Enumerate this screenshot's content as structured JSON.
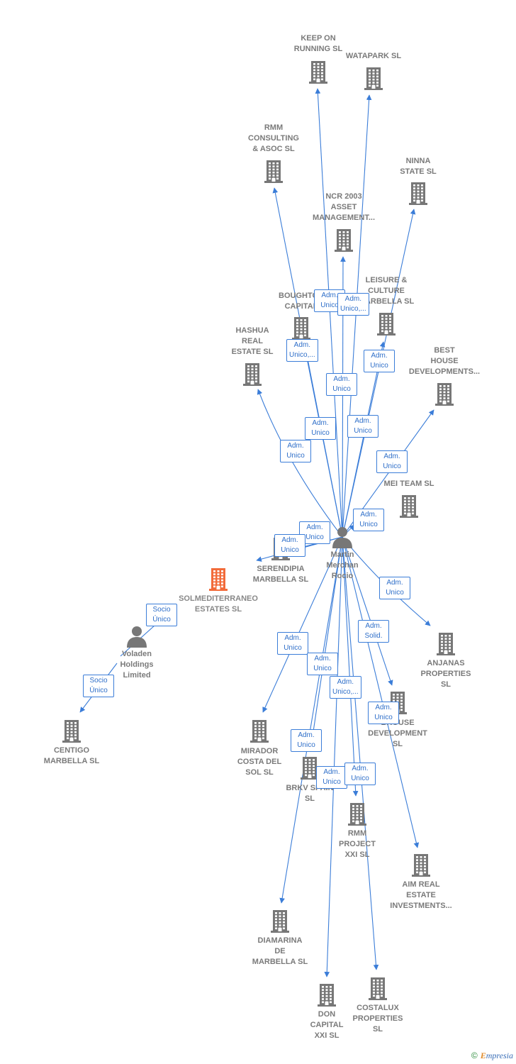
{
  "center": {
    "id": "martin",
    "label": "Martin\nMerchan\nRocio"
  },
  "nodes": [
    {
      "id": "keep",
      "label": "KEEP ON\nRUNNING  SL",
      "type": "company"
    },
    {
      "id": "watapark",
      "label": "WATAPARK  SL",
      "type": "company"
    },
    {
      "id": "rmmc",
      "label": "RMM\nCONSULTING\n& ASOC  SL",
      "type": "company"
    },
    {
      "id": "ninna",
      "label": "NINNA\nSTATE  SL",
      "type": "company"
    },
    {
      "id": "ncr",
      "label": "NCR 2003\nASSET\nMANAGEMENT...",
      "type": "company"
    },
    {
      "id": "leisure",
      "label": "LEISURE &\nCULTURE\nMARBELLA  SL",
      "type": "company"
    },
    {
      "id": "boughton",
      "label": "BOUGHTON\nCAPITAL",
      "type": "company"
    },
    {
      "id": "hashua",
      "label": "HASHUA\nREAL\nESTATE  SL",
      "type": "company"
    },
    {
      "id": "besthouse",
      "label": "BEST\nHOUSE\nDEVELOPMENTS...",
      "type": "company"
    },
    {
      "id": "meiteam",
      "label": "MEI TEAM  SL",
      "type": "company"
    },
    {
      "id": "serendipia",
      "label": "SERENDIPIA\nMARBELLA  SL",
      "type": "company"
    },
    {
      "id": "solmed",
      "label": "SOLMEDITERRANEO\nESTATES  SL",
      "type": "focus"
    },
    {
      "id": "voladen",
      "label": "Voladen\nHoldings\nLimited",
      "type": "person"
    },
    {
      "id": "centigo",
      "label": "CENTIGO\nMARBELLA  SL",
      "type": "company"
    },
    {
      "id": "anjanas",
      "label": "ANJANAS\nPROPERTIES\nSL",
      "type": "company"
    },
    {
      "id": "bhousedev",
      "label": "BHOUSE\nDEVELOPMENT\nSL",
      "type": "company"
    },
    {
      "id": "mirador",
      "label": "MIRADOR\nCOSTA DEL\nSOL  SL",
      "type": "company"
    },
    {
      "id": "brkv",
      "label": "BRKV SPAIN\nSL",
      "type": "company"
    },
    {
      "id": "rmmproj",
      "label": "RMM\nPROJECT\nXXI  SL",
      "type": "company"
    },
    {
      "id": "aim",
      "label": "AIM REAL\nESTATE\nINVESTMENTS...",
      "type": "company"
    },
    {
      "id": "diamarina",
      "label": "DIAMARINA\nDE\nMARBELLA  SL",
      "type": "company"
    },
    {
      "id": "doncap",
      "label": "DON\nCAPITAL\nXXI  SL",
      "type": "company"
    },
    {
      "id": "costalux",
      "label": "COSTALUX\nPROPERTIES\nSL",
      "type": "company"
    }
  ],
  "edges": [
    {
      "from": "martin",
      "to": "keep",
      "label": "Adm.\nUnico"
    },
    {
      "from": "martin",
      "to": "watapark",
      "label": "Adm.\nUnico,..."
    },
    {
      "from": "martin",
      "to": "rmmc",
      "label": "Adm.\nUnico,..."
    },
    {
      "from": "martin",
      "to": "ninna",
      "label": "Adm.\nUnico"
    },
    {
      "from": "martin",
      "to": "ncr",
      "label": "Adm.\nUnico"
    },
    {
      "from": "martin",
      "to": "leisure",
      "label": "Adm.\nUnico"
    },
    {
      "from": "martin",
      "to": "boughton",
      "label": "Adm.\nUnico"
    },
    {
      "from": "martin",
      "to": "hashua",
      "label": "Adm.\nUnico"
    },
    {
      "from": "martin",
      "to": "besthouse",
      "label": "Adm.\nUnico"
    },
    {
      "from": "martin",
      "to": "meiteam",
      "label": "Adm.\nUnico"
    },
    {
      "from": "martin",
      "to": "serendipia",
      "label": "Adm.\nUnico"
    },
    {
      "from": "martin",
      "to": "serendipia",
      "label": "Adm.\nUnico"
    },
    {
      "from": "voladen",
      "to": "solmed",
      "label": "Socio\nÚnico"
    },
    {
      "from": "voladen",
      "to": "centigo",
      "label": "Socio\nÚnico"
    },
    {
      "from": "martin",
      "to": "anjanas",
      "label": "Adm.\nUnico"
    },
    {
      "from": "martin",
      "to": "bhousedev",
      "label": "Adm.\nSolid."
    },
    {
      "from": "martin",
      "to": "mirador",
      "label": "Adm.\nUnico"
    },
    {
      "from": "martin",
      "to": "brkv",
      "label": "Adm.\nUnico"
    },
    {
      "from": "martin",
      "to": "rmmproj",
      "label": "Adm.\nUnico,..."
    },
    {
      "from": "martin",
      "to": "aim",
      "label": "Adm.\nUnico"
    },
    {
      "from": "martin",
      "to": "diamarina",
      "label": "Adm.\nUnico"
    },
    {
      "from": "martin",
      "to": "doncap",
      "label": "Adm.\nUnico"
    },
    {
      "from": "martin",
      "to": "costalux",
      "label": "Adm.\nUnico"
    }
  ],
  "colors": {
    "edge": "#3b7dd8",
    "company": "#777777",
    "focus": "#f26b3a",
    "person": "#777777",
    "tag_text": "#2f6fc9"
  },
  "brand": {
    "copyright": "©",
    "name_first": "E",
    "name_rest": "mpresia"
  }
}
